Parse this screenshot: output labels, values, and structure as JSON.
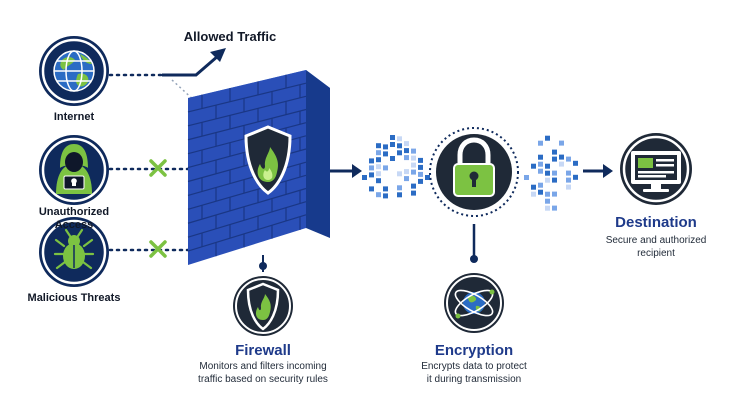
{
  "labels": {
    "allowed_traffic": "Allowed Traffic",
    "internet": "Internet",
    "unauthorized_access": "Unauthorized\nAccess",
    "malicious_threats": "Malicious Threats",
    "firewall_title": "Firewall",
    "firewall_desc": "Monitors and filters incoming\ntraffic based on security rules",
    "encryption_title": "Encryption",
    "encryption_desc": "Encrypts data to protect\nit during transmission",
    "destination_title": "Destination",
    "destination_desc": "Secure and authorized\nrecipient"
  },
  "icons": {
    "internet": "globe-icon",
    "unauthorized_access": "hacker-icon",
    "malicious_threats": "bug-icon",
    "firewall": "firewall-shield-icon",
    "encryption": "padlock-icon",
    "encryption_badge": "atom-globe-icon",
    "destination": "monitor-icon",
    "blocked": "x-mark-icon"
  },
  "colors": {
    "navy": "#0f2a5c",
    "brick": "#2a4fb8",
    "green": "#7cc242",
    "dark": "#1f2937",
    "pixel": "#2b6cc4"
  }
}
